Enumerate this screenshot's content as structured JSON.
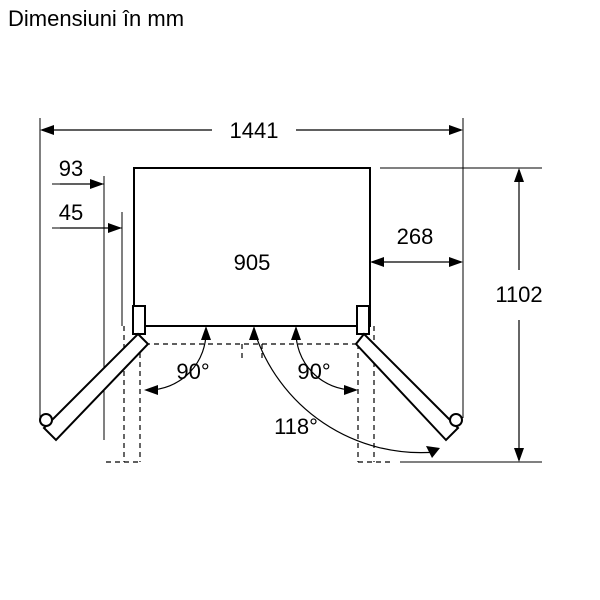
{
  "header": {
    "title": "Dimensiuni în mm"
  },
  "dimensions": {
    "total_width_open": "1441",
    "offset_93": "93",
    "offset_45": "45",
    "body_width": "905",
    "side_clearance": "268",
    "total_depth_open": "1102"
  },
  "angles": {
    "left_door": "90°",
    "right_door": "90°",
    "right_door_max": "118°"
  }
}
